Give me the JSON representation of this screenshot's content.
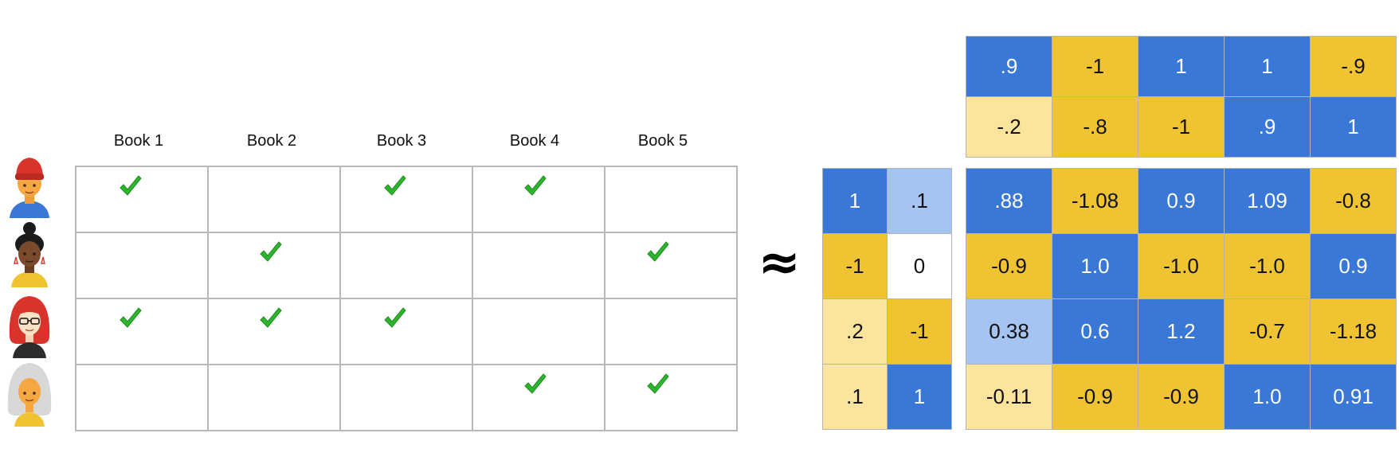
{
  "books": [
    "Book 1",
    "Book 2",
    "Book 3",
    "Book 4",
    "Book 5"
  ],
  "ratings": [
    [
      true,
      false,
      true,
      true,
      false
    ],
    [
      false,
      true,
      false,
      false,
      true
    ],
    [
      true,
      true,
      true,
      false,
      false
    ],
    [
      false,
      false,
      false,
      true,
      true
    ]
  ],
  "users": [
    "user-red-beanie",
    "user-bun-earrings",
    "user-red-hair-glasses",
    "user-white-hair"
  ],
  "approx_symbol": "≈",
  "colors": {
    "blue": "#3a78d8",
    "yellow": "#f0c332",
    "light_yellow": "#fde49c",
    "light_blue": "#a6c4f2",
    "check_green": "#2db52d"
  },
  "item_factors": [
    [
      {
        "v": ".9",
        "c": "blue"
      },
      {
        "v": "-1",
        "c": "yellow"
      },
      {
        "v": "1",
        "c": "blue"
      },
      {
        "v": "1",
        "c": "blue"
      },
      {
        "v": "-.9",
        "c": "yellow"
      }
    ],
    [
      {
        "v": "-.2",
        "c": "lightyellow"
      },
      {
        "v": "-.8",
        "c": "yellow"
      },
      {
        "v": "-1",
        "c": "yellow"
      },
      {
        "v": ".9",
        "c": "blue"
      },
      {
        "v": "1",
        "c": "blue"
      }
    ]
  ],
  "user_factors": [
    [
      {
        "v": "1",
        "c": "blue"
      },
      {
        "v": ".1",
        "c": "lightblue"
      }
    ],
    [
      {
        "v": "-1",
        "c": "yellow"
      },
      {
        "v": "0",
        "c": "white"
      }
    ],
    [
      {
        "v": ".2",
        "c": "lightyellow"
      },
      {
        "v": "-1",
        "c": "yellow"
      }
    ],
    [
      {
        "v": ".1",
        "c": "lightyellow"
      },
      {
        "v": "1",
        "c": "blue"
      }
    ]
  ],
  "product": [
    [
      {
        "v": ".88",
        "c": "blue"
      },
      {
        "v": "-1.08",
        "c": "yellow"
      },
      {
        "v": "0.9",
        "c": "blue"
      },
      {
        "v": "1.09",
        "c": "blue"
      },
      {
        "v": "-0.8",
        "c": "yellow"
      }
    ],
    [
      {
        "v": "-0.9",
        "c": "yellow"
      },
      {
        "v": "1.0",
        "c": "blue"
      },
      {
        "v": "-1.0",
        "c": "yellow"
      },
      {
        "v": "-1.0",
        "c": "yellow"
      },
      {
        "v": "0.9",
        "c": "blue"
      }
    ],
    [
      {
        "v": "0.38",
        "c": "lightblue"
      },
      {
        "v": "0.6",
        "c": "blue"
      },
      {
        "v": "1.2",
        "c": "blue"
      },
      {
        "v": "-0.7",
        "c": "yellow"
      },
      {
        "v": "-1.18",
        "c": "yellow"
      }
    ],
    [
      {
        "v": "-0.11",
        "c": "lightyellow"
      },
      {
        "v": "-0.9",
        "c": "yellow"
      },
      {
        "v": "-0.9",
        "c": "yellow"
      },
      {
        "v": "1.0",
        "c": "blue"
      },
      {
        "v": "0.91",
        "c": "blue"
      }
    ]
  ]
}
